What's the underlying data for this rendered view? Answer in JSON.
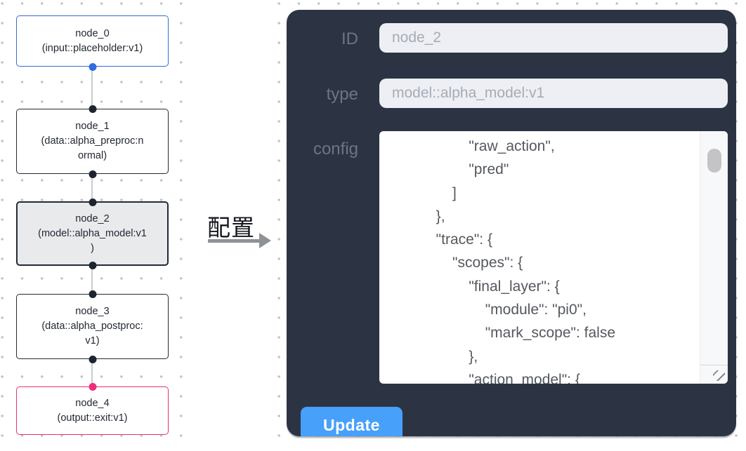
{
  "flow": {
    "nodes": [
      {
        "id": "node_0",
        "label": "node_0\n(input::placeholder:v1)",
        "variant": "input"
      },
      {
        "id": "node_1",
        "label": "node_1\n(data::alpha_preproc:n\normal)",
        "variant": "default"
      },
      {
        "id": "node_2",
        "label": "node_2\n(model::alpha_model:v1\n)",
        "variant": "selected"
      },
      {
        "id": "node_3",
        "label": "node_3\n(data::alpha_postproc:\nv1)",
        "variant": "default"
      },
      {
        "id": "node_4",
        "label": "node_4\n(output::exit:v1)",
        "variant": "output"
      }
    ],
    "colors": {
      "input_node_border": "#3a6ad1",
      "default_node_border": "#232a36",
      "output_node_border": "#ea2e78",
      "selected_node_bg": "#e9eaec",
      "port_blue": "#2f6ce0",
      "port_dark": "#1d2430",
      "port_pink": "#ee2d79",
      "edge": "#c9cbce"
    }
  },
  "transfer": {
    "label": "配置"
  },
  "panel": {
    "fields": [
      {
        "label": "ID",
        "value": "node_2"
      },
      {
        "label": "type",
        "value": "model::alpha_model:v1"
      }
    ],
    "config_label": "config",
    "config_text": "                \"raw_action\",\n                \"pred\"\n            ]\n        },\n        \"trace\": {\n            \"scopes\": {\n                \"final_layer\": {\n                    \"module\": \"pi0\",\n                    \"mark_scope\": false\n                },\n                \"action_model\": {",
    "update_label": "Update",
    "colors": {
      "panel_bg": "#2c3444",
      "label_text": "#6d7483",
      "input_bg": "#edeff4",
      "input_text": "#a6abb5",
      "button_bg": "#47a0fa",
      "button_text": "#ffffff"
    }
  }
}
